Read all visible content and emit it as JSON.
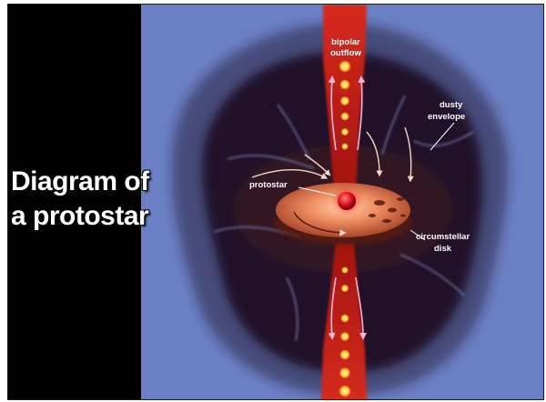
{
  "title": {
    "line1": "Diagram of",
    "line2": "a protostar"
  },
  "labels": {
    "outflow": [
      "bipolar",
      "outflow"
    ],
    "envelope": [
      "dusty",
      "envelope"
    ],
    "protostar": "protostar",
    "disk": [
      "circumstellar",
      "disk"
    ]
  },
  "colors": {
    "background_left": "#000000",
    "space": "#6b80c4",
    "envelope_dark": "#1b0f1f",
    "jet": "#c0201a",
    "jet_knot": "#ffd23c",
    "disk": "#e07a52",
    "star": "#e0121e",
    "arrow": "#f4b6d8"
  }
}
